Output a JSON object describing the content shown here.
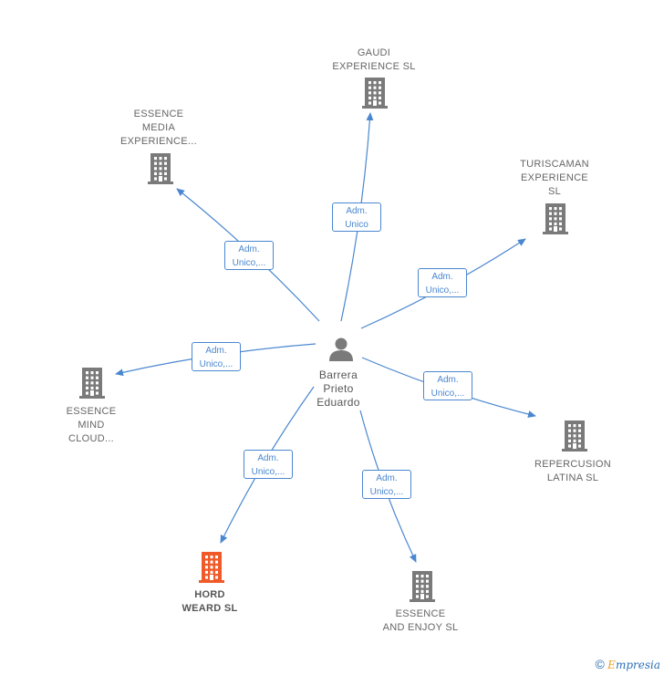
{
  "center": {
    "name_lines": [
      "Barrera",
      "Prieto",
      "Eduardo"
    ]
  },
  "companies": [
    {
      "id": "gaudi",
      "lines": [
        "GAUDI",
        "EXPERIENCE SL"
      ],
      "highlight": false,
      "edge": [
        "Adm.",
        "Unico"
      ]
    },
    {
      "id": "essence-media",
      "lines": [
        "ESSENCE",
        "MEDIA",
        "EXPERIENCE..."
      ],
      "highlight": false,
      "edge": [
        "Adm.",
        "Unico,..."
      ]
    },
    {
      "id": "turiscaman",
      "lines": [
        "TURISCAMAN",
        "EXPERIENCE",
        "SL"
      ],
      "highlight": false,
      "edge": [
        "Adm.",
        "Unico,..."
      ]
    },
    {
      "id": "essence-mind",
      "lines": [
        "ESSENCE",
        "MIND",
        "CLOUD..."
      ],
      "highlight": false,
      "edge": [
        "Adm.",
        "Unico,..."
      ]
    },
    {
      "id": "repercusion",
      "lines": [
        "REPERCUSION",
        "LATINA  SL"
      ],
      "highlight": false,
      "edge": [
        "Adm.",
        "Unico,..."
      ]
    },
    {
      "id": "hord",
      "lines": [
        "HORD",
        "WEARD  SL"
      ],
      "highlight": true,
      "edge": [
        "Adm.",
        "Unico,..."
      ]
    },
    {
      "id": "essence-enjoy",
      "lines": [
        "ESSENCE",
        "AND ENJOY  SL"
      ],
      "highlight": false,
      "edge": [
        "Adm.",
        "Unico,..."
      ]
    }
  ],
  "colors": {
    "edge": "#4a87d0",
    "building": "#7a7a7a",
    "building_highlight": "#f05a28",
    "person": "#7a7a7a"
  },
  "footer": {
    "copyright": "©",
    "brand_initial": "E",
    "brand_rest": "mpresia"
  }
}
